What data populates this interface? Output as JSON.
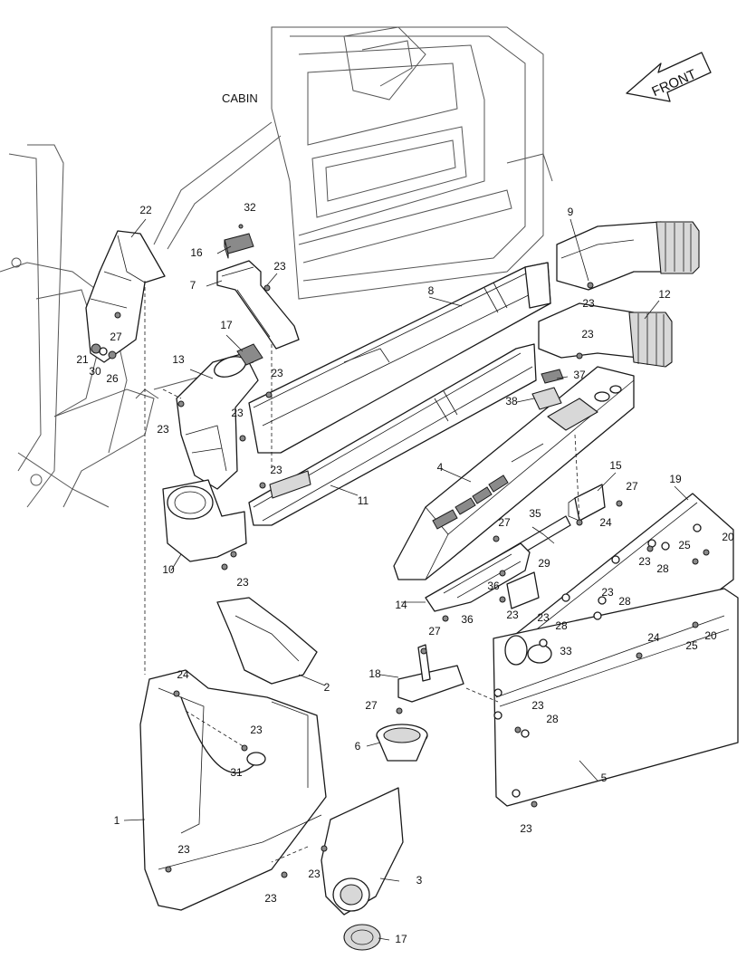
{
  "caption": "CABIN",
  "direction": "FRONT",
  "callouts": [
    {
      "id": "c-22",
      "text": "22"
    },
    {
      "id": "c-32",
      "text": "32"
    },
    {
      "id": "c-16",
      "text": "16"
    },
    {
      "id": "c-7",
      "text": "7"
    },
    {
      "id": "c-23a",
      "text": "23"
    },
    {
      "id": "c-27a",
      "text": "27"
    },
    {
      "id": "c-21",
      "text": "21"
    },
    {
      "id": "c-30",
      "text": "30"
    },
    {
      "id": "c-26",
      "text": "26"
    },
    {
      "id": "c-17a",
      "text": "17"
    },
    {
      "id": "c-13",
      "text": "13"
    },
    {
      "id": "c-23b",
      "text": "23"
    },
    {
      "id": "c-23c",
      "text": "23"
    },
    {
      "id": "c-23d",
      "text": "23"
    },
    {
      "id": "c-23e",
      "text": "23"
    },
    {
      "id": "c-9",
      "text": "9"
    },
    {
      "id": "c-23f",
      "text": "23"
    },
    {
      "id": "c-8",
      "text": "8"
    },
    {
      "id": "c-12",
      "text": "12"
    },
    {
      "id": "c-23g",
      "text": "23"
    },
    {
      "id": "c-37",
      "text": "37"
    },
    {
      "id": "c-38",
      "text": "38"
    },
    {
      "id": "c-4",
      "text": "4"
    },
    {
      "id": "c-11",
      "text": "11"
    },
    {
      "id": "c-10",
      "text": "10"
    },
    {
      "id": "c-23h",
      "text": "23"
    },
    {
      "id": "c-15",
      "text": "15"
    },
    {
      "id": "c-27b",
      "text": "27"
    },
    {
      "id": "c-19",
      "text": "19"
    },
    {
      "id": "c-27c",
      "text": "27"
    },
    {
      "id": "c-35",
      "text": "35"
    },
    {
      "id": "c-24a",
      "text": "24"
    },
    {
      "id": "c-20a",
      "text": "20"
    },
    {
      "id": "c-25a",
      "text": "25"
    },
    {
      "id": "c-23i",
      "text": "23"
    },
    {
      "id": "c-28a",
      "text": "28"
    },
    {
      "id": "c-29",
      "text": "29"
    },
    {
      "id": "c-36a",
      "text": "36"
    },
    {
      "id": "c-23j",
      "text": "23"
    },
    {
      "id": "c-14",
      "text": "14"
    },
    {
      "id": "c-36b",
      "text": "36"
    },
    {
      "id": "c-23k",
      "text": "23"
    },
    {
      "id": "c-28b",
      "text": "28"
    },
    {
      "id": "c-23l",
      "text": "23"
    },
    {
      "id": "c-28c",
      "text": "28"
    },
    {
      "id": "c-33",
      "text": "33"
    },
    {
      "id": "c-24b",
      "text": "24"
    },
    {
      "id": "c-25b",
      "text": "25"
    },
    {
      "id": "c-20b",
      "text": "20"
    },
    {
      "id": "c-27d",
      "text": "27"
    },
    {
      "id": "c-18",
      "text": "18"
    },
    {
      "id": "c-2",
      "text": "2"
    },
    {
      "id": "c-24c",
      "text": "24"
    },
    {
      "id": "c-27e",
      "text": "27"
    },
    {
      "id": "c-23m",
      "text": "23"
    },
    {
      "id": "c-28d",
      "text": "28"
    },
    {
      "id": "c-23n",
      "text": "23"
    },
    {
      "id": "c-6",
      "text": "6"
    },
    {
      "id": "c-31",
      "text": "31"
    },
    {
      "id": "c-5",
      "text": "5"
    },
    {
      "id": "c-1",
      "text": "1"
    },
    {
      "id": "c-23o",
      "text": "23"
    },
    {
      "id": "c-23p",
      "text": "23"
    },
    {
      "id": "c-3",
      "text": "3"
    },
    {
      "id": "c-23q",
      "text": "23"
    },
    {
      "id": "c-23r",
      "text": "23"
    },
    {
      "id": "c-17b",
      "text": "17"
    }
  ]
}
